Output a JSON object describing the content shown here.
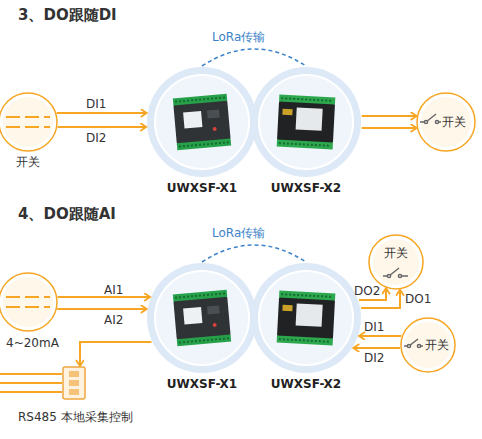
{
  "diagram": {
    "nodes": [
      {
        "text": [
          "开关"
        ]
      },
      {
        "text": [
          "UWXSF-X1"
        ]
      },
      {
        "text": [
          "UWXSF-X2"
        ]
      },
      {
        "text": [
          "开关"
        ]
      },
      {
        "text": [
          "4~20mA"
        ]
      },
      {
        "text": [
          "UWXSF-X1"
        ]
      },
      {
        "text": [
          "UWXSF-X2"
        ]
      },
      {
        "text": [
          "开关"
        ]
      },
      {
        "text": [
          "开关"
        ]
      },
      {
        "text": [
          "RS485 本地采集控制"
        ]
      }
    ],
    "edges": [
      {
        "from": 0,
        "to": 1,
        "label": "DI1",
        "arrow": "to"
      },
      {
        "from": 0,
        "to": 1,
        "label": "DI2",
        "arrow": "to"
      },
      {
        "from": 1,
        "to": 2,
        "label": "LoRa传输",
        "arrow": "none"
      },
      {
        "from": 2,
        "to": 3,
        "arrow": "to"
      },
      {
        "from": 2,
        "to": 3,
        "arrow": "to"
      },
      {
        "from": 4,
        "to": 5,
        "label": "AI1",
        "arrow": "to"
      },
      {
        "from": 4,
        "to": 5,
        "label": "AI2",
        "arrow": "to"
      },
      {
        "from": 5,
        "to": 6,
        "label": "LoRa传输",
        "arrow": "none"
      },
      {
        "from": 5,
        "to": 9,
        "arrow": "to"
      },
      {
        "from": 6,
        "to": 7,
        "label": "DO2",
        "arrow": "to"
      },
      {
        "from": 6,
        "to": 7,
        "label": "DO1",
        "arrow": "to"
      },
      {
        "from": 8,
        "to": 6,
        "label": "DI1",
        "arrow": "to"
      },
      {
        "from": 8,
        "to": 6,
        "label": "DI2",
        "arrow": "to"
      }
    ],
    "labels": [
      "3、DO跟随DI",
      "4、DO跟随AI"
    ]
  }
}
